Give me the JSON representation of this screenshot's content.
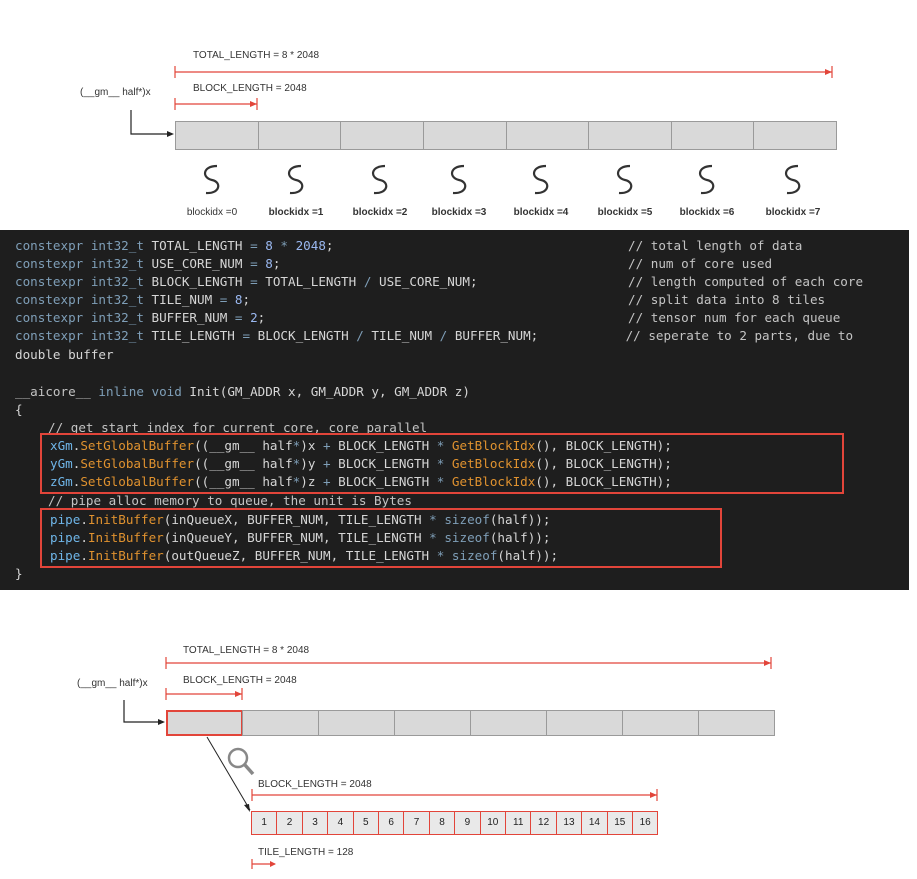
{
  "top_diagram": {
    "total_label": "TOTAL_LENGTH = 8 * 2048",
    "block_label": "BLOCK_LENGTH = 2048",
    "pointer_label": "(__gm__ half*)x",
    "block_indices": [
      "blockidx =0",
      "blockidx =1",
      "blockidx =2",
      "blockidx =3",
      "blockidx =4",
      "blockidx =5",
      "blockidx =6",
      "blockidx =7"
    ],
    "block_count": 8
  },
  "code": {
    "lines": [
      {
        "kw": "constexpr int32_t",
        "name": " TOTAL_LENGTH ",
        "op": "=",
        "rest_a": " 8 ",
        "op2": "*",
        "rest_b": " 2048",
        "end": ";",
        "comment": "// total length of data"
      },
      {
        "kw": "constexpr int32_t",
        "name": " USE_CORE_NUM ",
        "op": "=",
        "rest_a": " 8",
        "end": ";",
        "comment": "// num of core used"
      },
      {
        "kw": "constexpr int32_t",
        "name": " BLOCK_LENGTH ",
        "op": "=",
        "rest_a": " TOTAL_LENGTH ",
        "op2": "/",
        "rest_b": " USE_CORE_NUM",
        "end": ";",
        "comment": "// length computed of each core"
      },
      {
        "kw": "constexpr int32_t",
        "name": " TILE_NUM ",
        "op": "=",
        "rest_a": " 8",
        "end": ";",
        "comment": "// split data into 8 tiles"
      },
      {
        "kw": "constexpr int32_t",
        "name": " BUFFER_NUM ",
        "op": "=",
        "rest_a": " 2",
        "end": ";",
        "comment": "// tensor num for each queue"
      },
      {
        "kw": "constexpr int32_t",
        "name": " TILE_LENGTH ",
        "op": "=",
        "rest_a": " BLOCK_LENGTH ",
        "op2": "/",
        "rest_b": " TILE_NUM ",
        "op3": "/",
        "rest_c": " BUFFER_NUM",
        "end": ";",
        "comment": " // seperate to 2 parts, due to"
      }
    ],
    "wrap_line": "double buffer",
    "func_prefix": "__aicore__",
    "func_inline": " inline void ",
    "func_name": "Init",
    "func_args": "(GM_ADDR x, GM_ADDR y, GM_ADDR z)",
    "open_brace": "{",
    "comment_1": "// get start index for current core, core parallel",
    "set_lines": [
      {
        "var": "xGm",
        "fn": "SetGlobalBuffer",
        "args_a": "((__gm__ half",
        "star": "*",
        "args_b": ")x ",
        "plus": "+",
        "args_c": " BLOCK_LENGTH ",
        "mul": "*",
        "fn2": " GetBlockIdx",
        "args_d": "(), BLOCK_LENGTH);"
      },
      {
        "var": "yGm",
        "fn": "SetGlobalBuffer",
        "args_a": "((__gm__ half",
        "star": "*",
        "args_b": ")y ",
        "plus": "+",
        "args_c": " BLOCK_LENGTH ",
        "mul": "*",
        "fn2": " GetBlockIdx",
        "args_d": "(), BLOCK_LENGTH);"
      },
      {
        "var": "zGm",
        "fn": "SetGlobalBuffer",
        "args_a": "((__gm__ half",
        "star": "*",
        "args_b": ")z ",
        "plus": "+",
        "args_c": " BLOCK_LENGTH ",
        "mul": "*",
        "fn2": " GetBlockIdx",
        "args_d": "(), BLOCK_LENGTH);"
      }
    ],
    "comment_2": "// pipe alloc memory to queue, the unit is Bytes",
    "pipe_lines": [
      {
        "var": "pipe",
        "fn": "InitBuffer",
        "args": "(inQueueX, BUFFER_NUM, TILE_LENGTH ",
        "mul": "*",
        "sz": " sizeof",
        "tail": "(half));"
      },
      {
        "var": "pipe",
        "fn": "InitBuffer",
        "args": "(inQueueY, BUFFER_NUM, TILE_LENGTH ",
        "mul": "*",
        "sz": " sizeof",
        "tail": "(half));"
      },
      {
        "var": "pipe",
        "fn": "InitBuffer",
        "args": "(outQueueZ, BUFFER_NUM, TILE_LENGTH ",
        "mul": "*",
        "sz": " sizeof",
        "tail": "(half));"
      }
    ],
    "close_brace": "}"
  },
  "bottom_diagram": {
    "total_label": "TOTAL_LENGTH = 8 * 2048",
    "block_label": "BLOCK_LENGTH = 2048",
    "pointer_label": "(__gm__ half*)x",
    "zoom_block_label": "BLOCK_LENGTH = 2048",
    "tile_label": "TILE_LENGTH = 128",
    "tiles": [
      "1",
      "2",
      "3",
      "4",
      "5",
      "6",
      "7",
      "8",
      "9",
      "10",
      "11",
      "12",
      "13",
      "14",
      "15",
      "16"
    ],
    "icon": "magnifier-icon"
  },
  "colors": {
    "accent_red": "#e2453a",
    "code_bg": "#1e1e1e",
    "block_fill": "#d9d9d9"
  }
}
